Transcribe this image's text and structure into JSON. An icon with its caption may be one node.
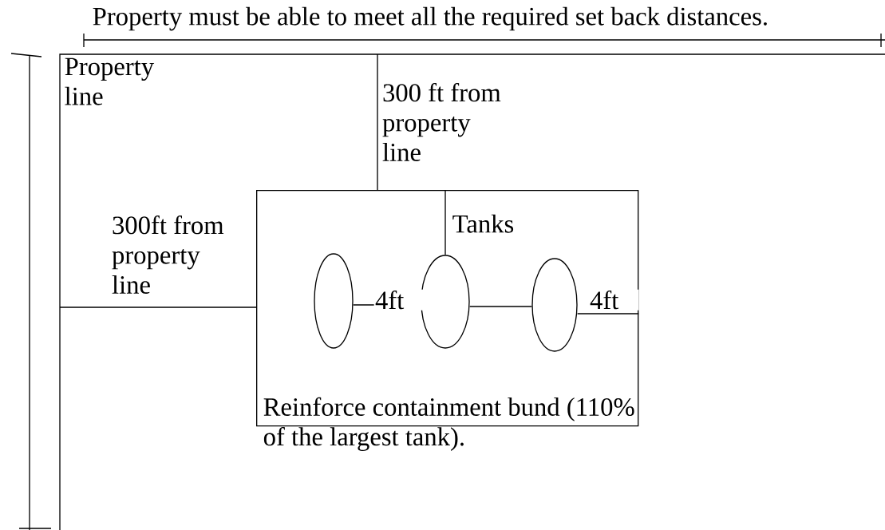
{
  "diagram": {
    "nodes": [
      {
        "text": [
          "Property line"
        ]
      },
      {
        "text": [
          "Reinforce containment bund (110% of the largest tank)."
        ],
        "in": 0
      },
      {
        "text": [],
        "shape": "ellipse",
        "in": 1
      },
      {
        "text": [],
        "shape": "ellipse",
        "in": 1
      },
      {
        "text": [],
        "shape": "ellipse",
        "in": 1
      }
    ],
    "edges": [
      {
        "from": 0,
        "to": 1,
        "arrow": "none",
        "label": "300 ft from property line"
      },
      {
        "from": 0,
        "to": 1,
        "arrow": "none",
        "label": "300ft from property line"
      },
      {
        "from": 1,
        "to": 3,
        "arrow": "none"
      },
      {
        "from": 2,
        "to": 3,
        "arrow": "none",
        "label": "4ft"
      },
      {
        "from": 3,
        "to": 4,
        "arrow": "none"
      },
      {
        "from": 4,
        "to": 1,
        "arrow": "none",
        "label": "4ft"
      }
    ],
    "labels": [
      "Property must be able to meet all the required set back distances.",
      "Tanks"
    ]
  }
}
